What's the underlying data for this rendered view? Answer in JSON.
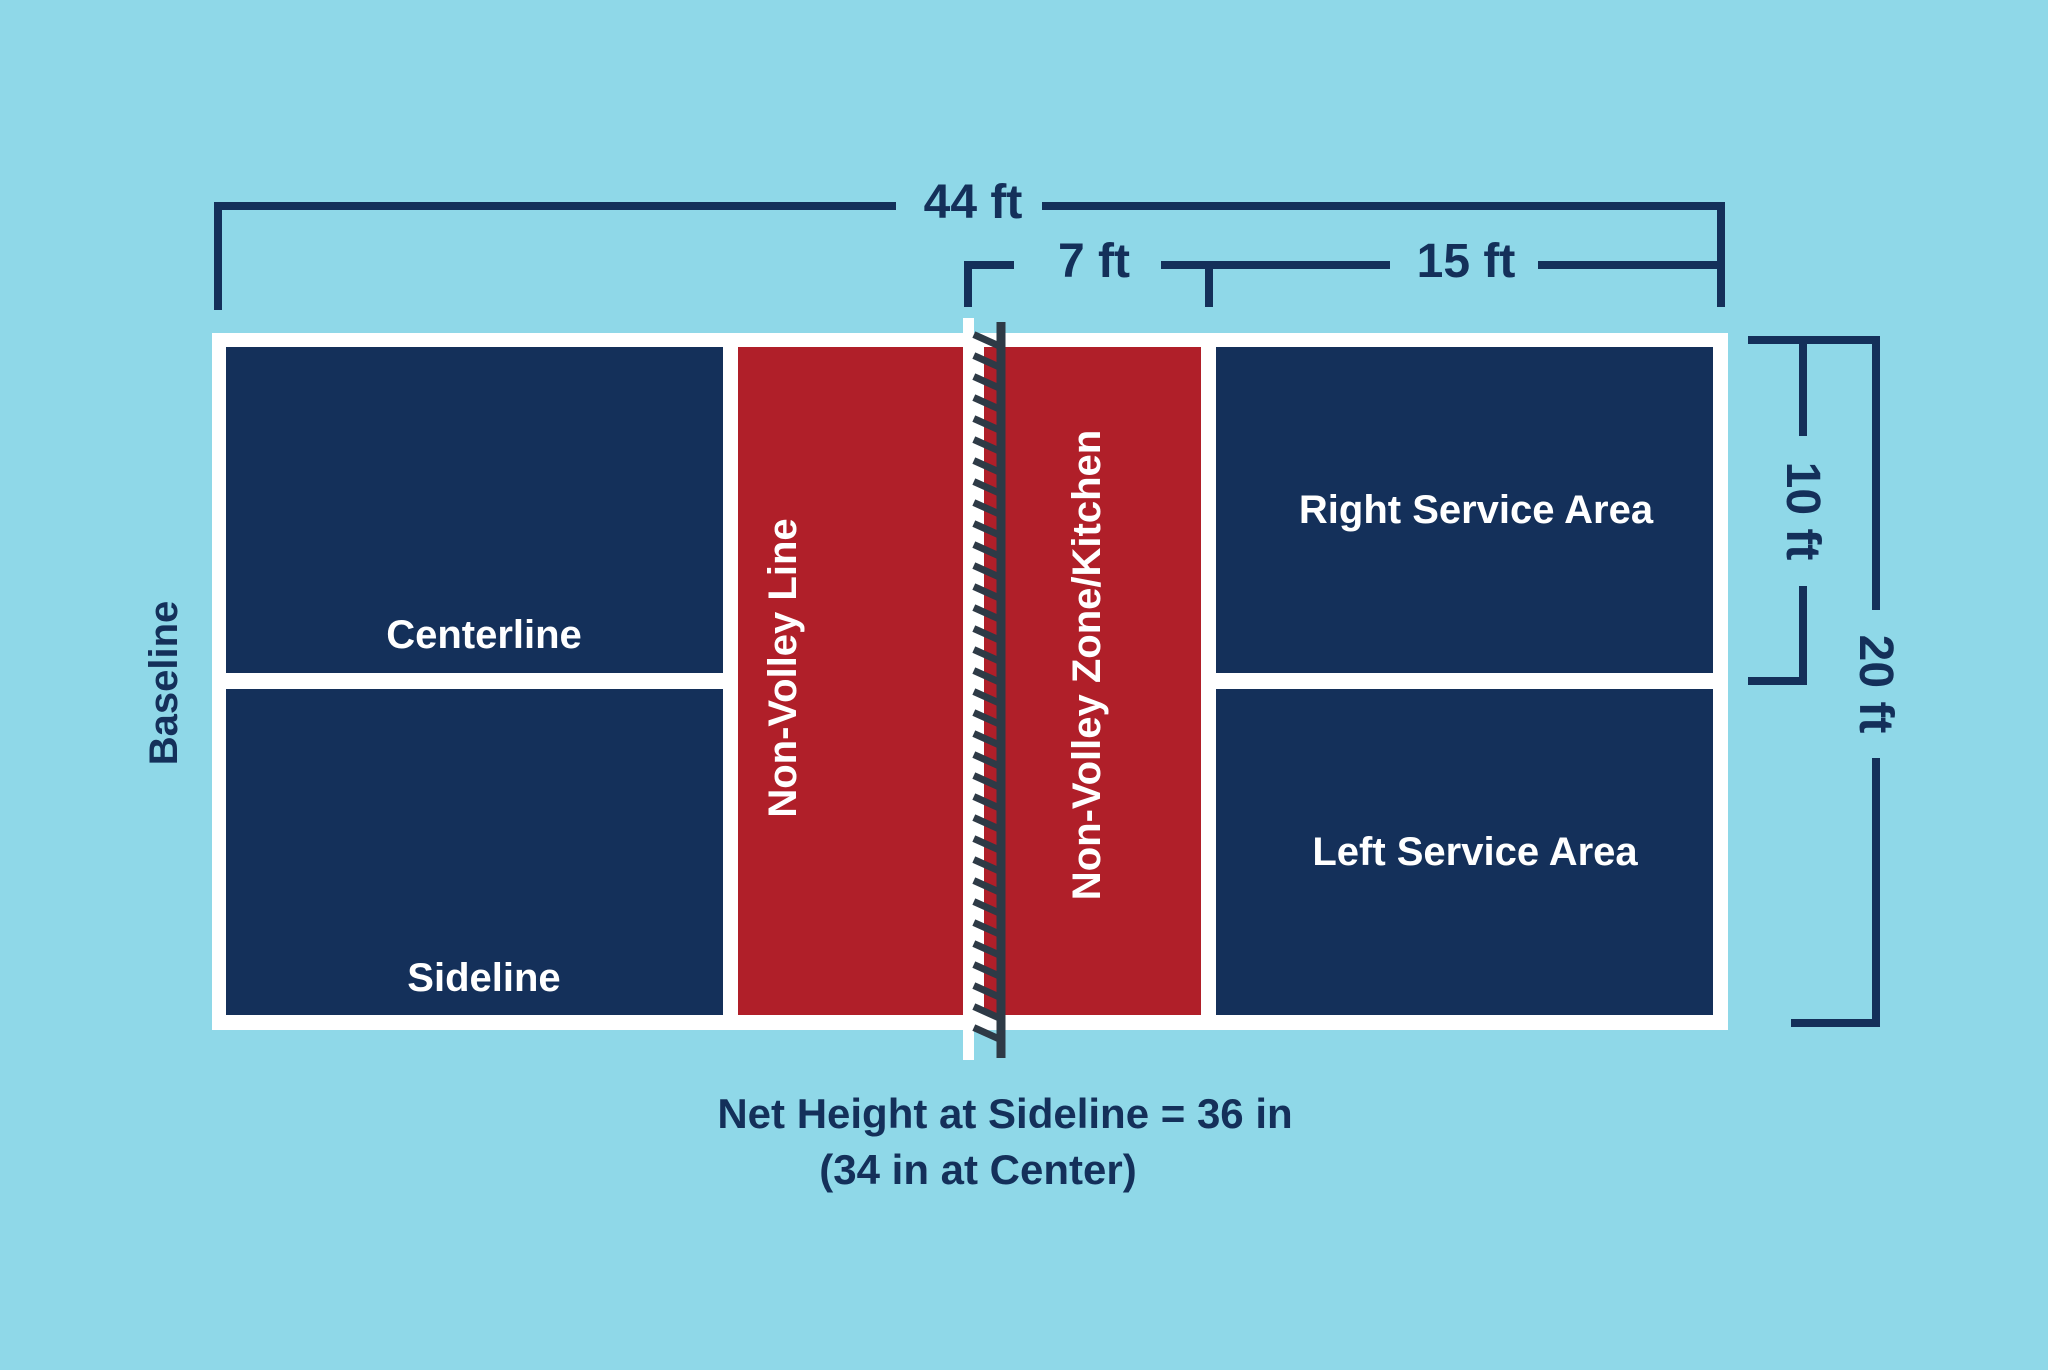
{
  "colors": {
    "background": "#8fd8e8",
    "court_blue": "#14305a",
    "kitchen_red": "#b01f29",
    "line_white": "#ffffff",
    "dimension_navy": "#14305a",
    "net_dark": "#2e3a46"
  },
  "dimensions": {
    "total_length": "44 ft",
    "kitchen_depth": "7 ft",
    "service_depth": "15 ft",
    "half_width": "10 ft",
    "total_width": "20 ft"
  },
  "labels": {
    "baseline": "Baseline",
    "centerline": "Centerline",
    "sideline": "Sideline",
    "non_volley_line": "Non-Volley Line",
    "non_volley_zone": "Non-Volley Zone/Kitchen",
    "right_service_area": "Right Service Area",
    "left_service_area": "Left Service Area"
  },
  "net_note": {
    "line1": "Net Height at Sideline = 36 in",
    "line2": "(34 in at Center)"
  }
}
